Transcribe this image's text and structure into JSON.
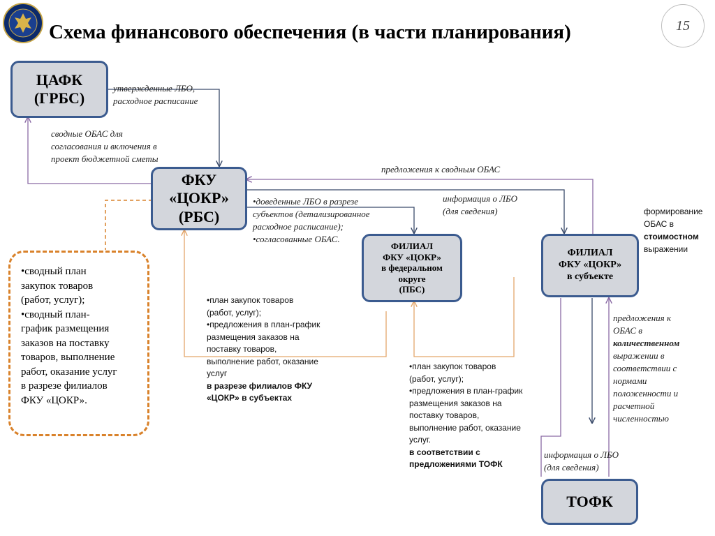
{
  "title": "Схема финансового обеспечения (в части планирования)",
  "page_number": "15",
  "logo": {
    "icon": "emblem-icon",
    "color": "#0b2a6b"
  },
  "colors": {
    "box_fill": "#d3d6dc",
    "box_border": "#3b5b8f",
    "arrow_dark": "#3a4a6a",
    "arrow_purple": "#8a6aa5",
    "arrow_orange": "#e3a66b",
    "dashed_orange": "#d9822b"
  },
  "boxes": {
    "cafk": [
      "ЦАФК",
      "(ГРБС)"
    ],
    "fku": [
      "ФКУ",
      "«ЦОКР»",
      "(РБС)"
    ],
    "filial_fo": [
      "ФИЛИАЛ",
      "ФКУ «ЦОКР»",
      "в федеральном",
      "округе",
      "(ПБС)"
    ],
    "filial_subj": [
      "ФИЛИАЛ",
      "ФКУ «ЦОКР»",
      "в субъекте"
    ],
    "tofk": [
      "ТОФК"
    ]
  },
  "labels": {
    "approved_lbo": [
      "утвержденные ЛБО,",
      "расходное расписание"
    ],
    "svod_obas": [
      "сводные ОБАС для",
      "согласования  и включения в",
      "проект бюджетной сметы"
    ],
    "proposals_obas": "предложения к сводным ОБАС",
    "brought_lbo": [
      "•доведенные ЛБО в разрезе",
      "субъектов (детализированное",
      "расходное расписание);",
      "•согласованные ОБАС."
    ],
    "info_lbo_top": [
      "информация  о ЛБО",
      "(для сведения)"
    ],
    "forming_obas": [
      "формирование",
      "ОБАС в",
      "стоимостном",
      "выражении"
    ],
    "proposals_quant": [
      "предложения к",
      "ОБАС в",
      "количественном",
      "выражении в",
      "соответствии с",
      "нормами",
      "положенности  и",
      "расчетной",
      "численностью"
    ],
    "info_lbo_bottom": [
      "информация  о ЛБО",
      "(для сведения)"
    ],
    "dashed_note": [
      "•сводный план",
      "закупок товаров",
      "(работ, услуг);",
      "•сводный план-",
      "график размещения",
      "заказов на поставку",
      "товаров, выполнение",
      "работ, оказание услуг",
      "в разрезе филиалов",
      "ФКУ «ЦОКР»."
    ],
    "plan_center": [
      "•план закупок товаров",
      "(работ, услуг);",
      "•предложения в план-график",
      "размещения заказов на",
      "поставку товаров,",
      "выполнение работ, оказание",
      "услуг"
    ],
    "plan_center_bold": [
      "в разрезе филиалов ФКУ",
      "«ЦОКР» в субъектах"
    ],
    "plan_right": [
      "•план закупок товаров",
      "(работ, услуг);",
      "•предложения в план-график",
      "размещения заказов на",
      "поставку товаров,",
      "выполнение работ, оказание",
      "услуг."
    ],
    "plan_right_bold": [
      "в соответствии с",
      "предложениями ТОФК"
    ]
  }
}
